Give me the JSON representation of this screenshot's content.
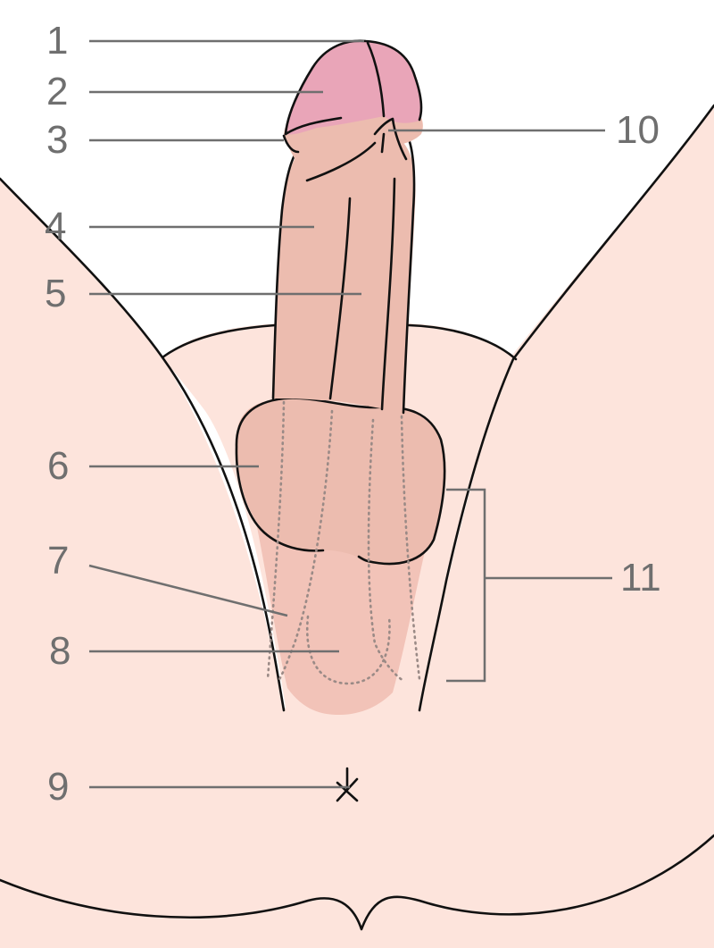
{
  "colors": {
    "skin": "#fde4dc",
    "shaft": "#ecbcaf",
    "glans": "#e9a5b8",
    "outline": "#111111",
    "callout": "#6f6f6f"
  },
  "callouts": {
    "c1": "1",
    "c2": "2",
    "c3": "3",
    "c4": "4",
    "c5": "5",
    "c6": "6",
    "c7": "7",
    "c8": "8",
    "c9": "9",
    "c10": "10",
    "c11": "11"
  }
}
